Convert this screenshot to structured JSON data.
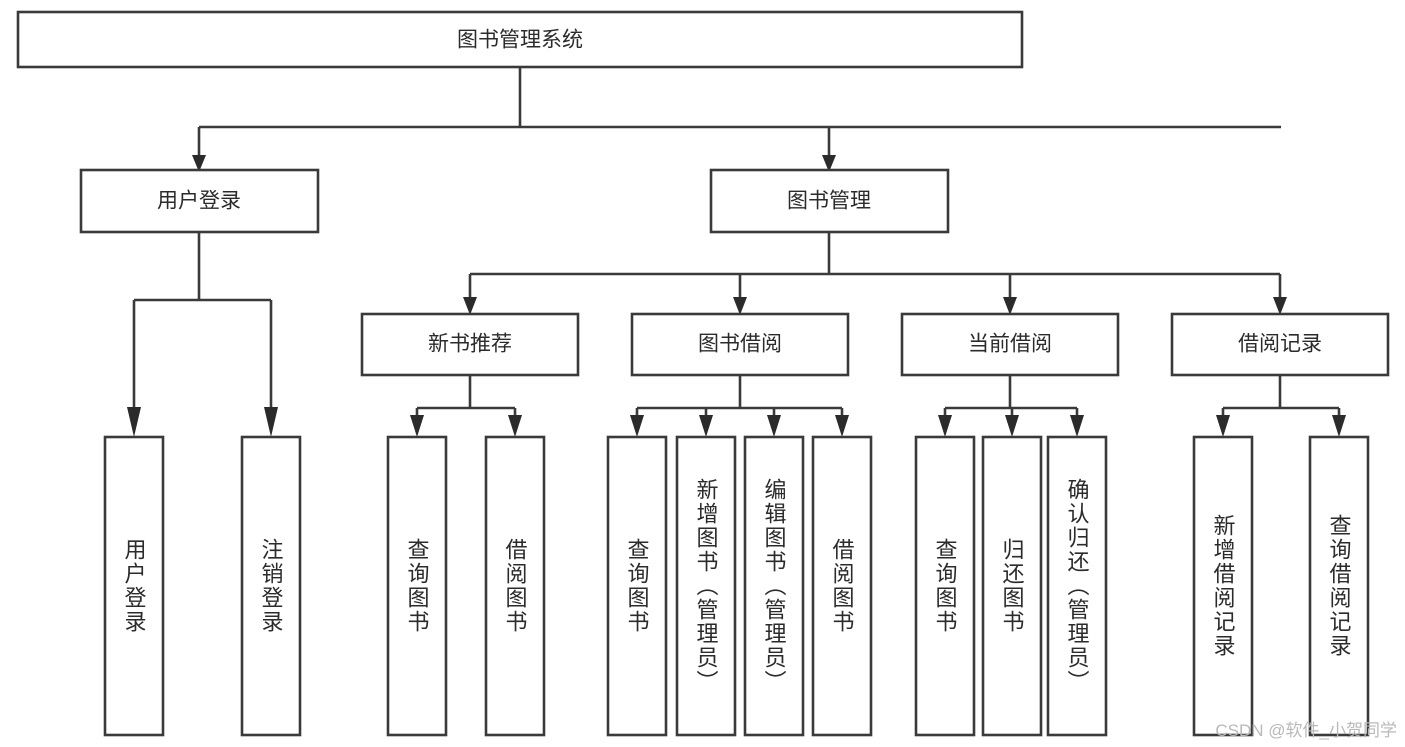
{
  "diagram": {
    "title": "图书管理系统",
    "type": "tree-hierarchy-chart",
    "colors": {
      "box_stroke": "#3a3a3a",
      "box_fill": "#ffffff",
      "connector": "#3a3a3a",
      "text": "#2b2b2b",
      "background": "#ffffff",
      "watermark": "#b9b9b9"
    },
    "root": {
      "label": "图书管理系统"
    },
    "level2": [
      {
        "label": "用户登录"
      },
      {
        "label": "图书管理"
      }
    ],
    "level3": [
      {
        "label": "新书推荐"
      },
      {
        "label": "图书借阅"
      },
      {
        "label": "当前借阅"
      },
      {
        "label": "借阅记录"
      }
    ],
    "leaves": {
      "user_login": [
        {
          "label": "用户登录"
        },
        {
          "label": "注销登录"
        }
      ],
      "new_book_recommend": [
        {
          "label": "查询图书"
        },
        {
          "label": "借阅图书"
        }
      ],
      "book_borrow": [
        {
          "label": "查询图书"
        },
        {
          "label": "新增图书（管理员）"
        },
        {
          "label": "编辑图书（管理员）"
        },
        {
          "label": "借阅图书"
        }
      ],
      "current_borrow": [
        {
          "label": "查询图书"
        },
        {
          "label": "归还图书"
        },
        {
          "label": "确认归还（管理员）"
        }
      ],
      "borrow_record": [
        {
          "label": "新增借阅记录"
        },
        {
          "label": "查询借阅记录"
        }
      ]
    },
    "watermark": "CSDN @软件_小贺同学"
  }
}
